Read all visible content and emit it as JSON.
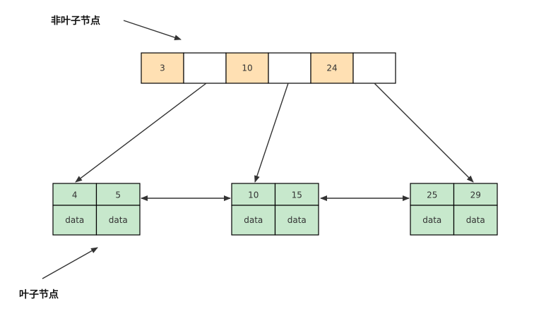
{
  "labels": {
    "non_leaf": "非叶子节点",
    "leaf": "叶子节点"
  },
  "root": {
    "cells": [
      "3",
      "",
      "10",
      "",
      "24",
      ""
    ]
  },
  "leaves": [
    {
      "keys": [
        "4",
        "5"
      ],
      "data": [
        "data",
        "data"
      ]
    },
    {
      "keys": [
        "10",
        "15"
      ],
      "data": [
        "data",
        "data"
      ]
    },
    {
      "keys": [
        "25",
        "29"
      ],
      "data": [
        "data",
        "data"
      ]
    }
  ],
  "colors": {
    "root_key_fill": "#ffe0b3",
    "root_empty_fill": "#ffffff",
    "leaf_fill": "#c7e8cc",
    "stroke": "#000000",
    "leaf_stroke": "#000000",
    "arrow": "#333333"
  }
}
